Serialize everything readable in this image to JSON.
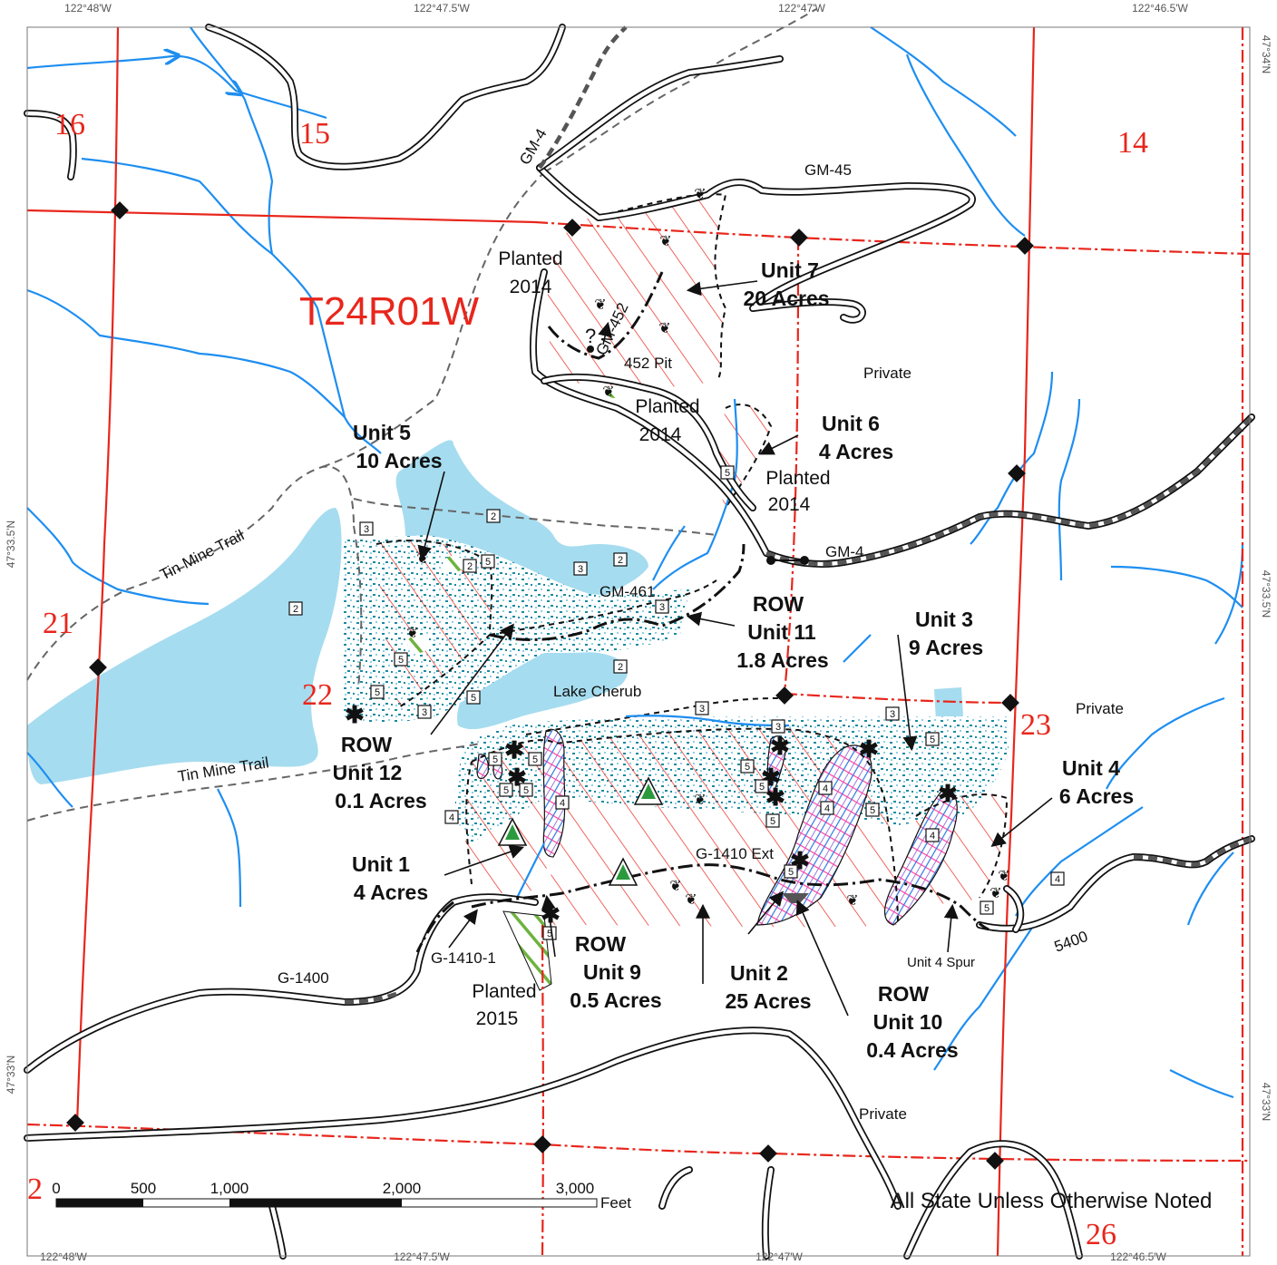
{
  "map": {
    "township": "T24R01W",
    "ownership_note": "All State Unless Otherwise Noted",
    "sections": [
      "16",
      "15",
      "14",
      "21",
      "22",
      "23",
      "2",
      "26"
    ],
    "coordinates": {
      "top": [
        "122°48'W",
        "122°47.5'W",
        "122°47'W",
        "122°46.5'W"
      ],
      "bottom": [
        "122°48'W",
        "122°47.5'W",
        "122°47'W",
        "122°46.5'W"
      ],
      "left": [
        "47°33.5'N",
        "47°33'N"
      ],
      "right": [
        "47°34'N",
        "47°33.5'N",
        "47°33'N"
      ]
    },
    "units": [
      {
        "name": "Unit 1",
        "acres": "4 Acres"
      },
      {
        "name": "Unit 2",
        "acres": "25 Acres"
      },
      {
        "name": "Unit 3",
        "acres": "9 Acres"
      },
      {
        "name": "Unit 4",
        "acres": "6 Acres"
      },
      {
        "name": "Unit 5",
        "acres": "10 Acres"
      },
      {
        "name": "Unit 6",
        "acres": "4 Acres"
      },
      {
        "name": "Unit 7",
        "acres": "20 Acres"
      }
    ],
    "row_units": [
      {
        "row": "ROW",
        "name": "Unit 9",
        "acres": "0.5 Acres"
      },
      {
        "row": "ROW",
        "name": "Unit 10",
        "acres": "0.4 Acres"
      },
      {
        "row": "ROW",
        "name": "Unit 11",
        "acres": "1.8 Acres"
      },
      {
        "row": "ROW",
        "name": "Unit 12",
        "acres": "0.1 Acres"
      }
    ],
    "roads": [
      "GM-4",
      "GM-45",
      "GM-452",
      "GM-461",
      "G-1410 Ext",
      "G-1410-1",
      "G-1400",
      "5400",
      "Unit 4 Spur",
      "GM-4"
    ],
    "trails": [
      "Tin Mine Trail",
      "Tin Mine Trail"
    ],
    "places": {
      "lake": "Lake Cherub",
      "pit": "452 Pit",
      "private": [
        "Private",
        "Private",
        "Private"
      ],
      "planted": [
        {
          "line1": "Planted",
          "line2": "2014"
        },
        {
          "line1": "Planted",
          "line2": "2014"
        },
        {
          "line1": "Planted",
          "line2": "2014"
        },
        {
          "line1": "Planted",
          "line2": "2015"
        }
      ],
      "question": "?"
    },
    "water_types": [
      "2",
      "2",
      "2",
      "2",
      "2",
      "3",
      "3",
      "3",
      "3",
      "3",
      "3",
      "3",
      "4",
      "4",
      "4",
      "4",
      "4",
      "4",
      "5",
      "5",
      "5",
      "5",
      "5",
      "5",
      "5",
      "5",
      "5",
      "5",
      "5",
      "5",
      "5",
      "5",
      "5",
      "5",
      "5"
    ],
    "scale": {
      "ticks": [
        "0",
        "500",
        "1,000",
        "2,000",
        "3,000"
      ],
      "unit": "Feet"
    },
    "colors": {
      "section_line": "#e8261c",
      "stream": "#1e8ef0",
      "water": "#a6dcef",
      "hatch": "#e8261c",
      "road": "#111111",
      "buffer": "#1a8aa0"
    },
    "icons": [
      "tree-symbol-icon",
      "cedar-icon",
      "spring-icon",
      "section-corner-icon",
      "gate-icon"
    ]
  }
}
